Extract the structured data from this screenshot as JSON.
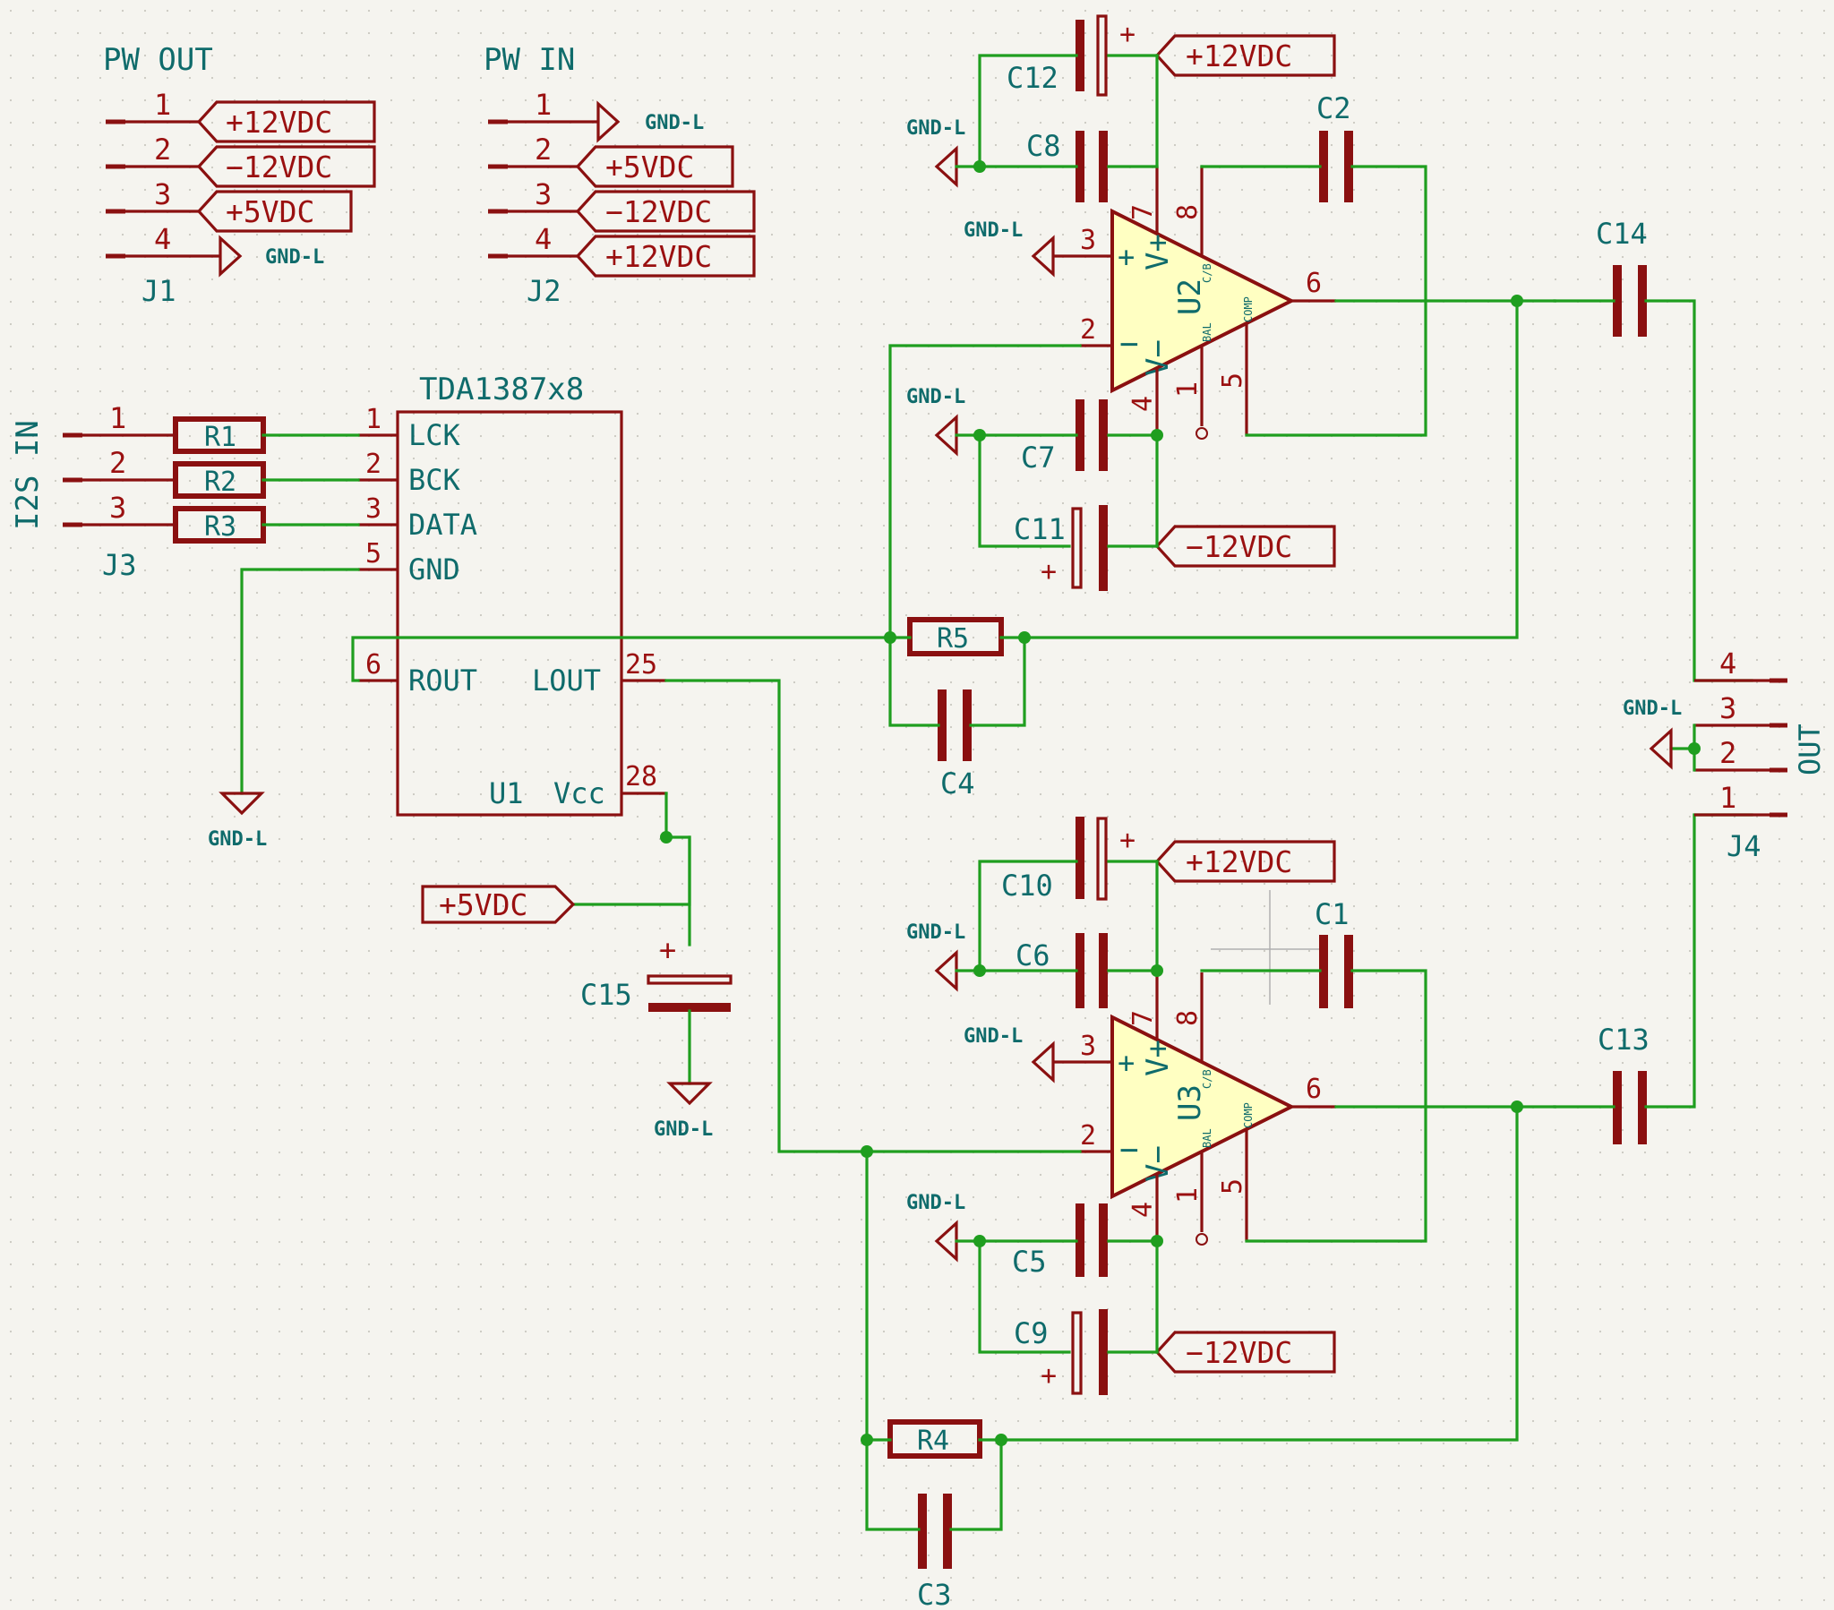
{
  "power_connectors": {
    "j1": {
      "title": "PW OUT",
      "ref": "J1",
      "pins": [
        "1",
        "2",
        "3",
        "4"
      ],
      "nets": [
        "+12VDC",
        "−12VDC",
        "+5VDC",
        "GND-L"
      ]
    },
    "j2": {
      "title": "PW IN",
      "ref": "J2",
      "pins": [
        "1",
        "2",
        "3",
        "4"
      ],
      "nets": [
        "GND-L",
        "+5VDC",
        "−12VDC",
        "+12VDC"
      ]
    }
  },
  "j3": {
    "title": "I2S IN",
    "ref": "J3",
    "pins": [
      "1",
      "2",
      "3"
    ],
    "resistors": [
      "R1",
      "R2",
      "R3"
    ]
  },
  "u1": {
    "part": "TDA1387x8",
    "ref": "U1",
    "vcc": "Vcc",
    "pins": [
      {
        "num": "1",
        "name": "LCK"
      },
      {
        "num": "2",
        "name": "BCK"
      },
      {
        "num": "3",
        "name": "DATA"
      },
      {
        "num": "5",
        "name": "GND"
      },
      {
        "num": "6",
        "name": "ROUT"
      },
      {
        "num": "25",
        "name": "LOUT"
      },
      {
        "num": "28",
        "name": "Vcc"
      }
    ]
  },
  "opamp_top": {
    "ref": "U2",
    "plus": "+",
    "minus": "−",
    "vplus": "V+",
    "vminus": "V−",
    "cb": "C/B",
    "bal": "BAL",
    "comp": "COMP",
    "pins": {
      "p3": "3",
      "p2": "2",
      "p6": "6",
      "p7": "7",
      "p8": "8",
      "p4": "4",
      "p1": "1",
      "p5": "5"
    }
  },
  "opamp_bottom": {
    "ref": "U3",
    "plus": "+",
    "minus": "−",
    "vplus": "V+",
    "vminus": "V−",
    "cb": "C/B",
    "bal": "BAL",
    "comp": "COMP",
    "pins": {
      "p3": "3",
      "p2": "2",
      "p6": "6",
      "p7": "7",
      "p8": "8",
      "p4": "4",
      "p1": "1",
      "p5": "5"
    }
  },
  "caps": {
    "c1": "C1",
    "c2": "C2",
    "c3": "C3",
    "c4": "C4",
    "c5": "C5",
    "c6": "C6",
    "c7": "C7",
    "c8": "C8",
    "c9": "C9",
    "c10": "C10",
    "c11": "C11",
    "c12": "C12",
    "c13": "C13",
    "c14": "C14",
    "c15": "C15"
  },
  "resistors": {
    "r4": "R4",
    "r5": "R5"
  },
  "polarity_plus": "+",
  "nets": {
    "gnd": "GND-L",
    "p12": "+12VDC",
    "m12": "−12VDC",
    "p5": "+5VDC"
  },
  "j4": {
    "title": "OUT",
    "ref": "J4",
    "pins": [
      "4",
      "3",
      "2",
      "1"
    ]
  },
  "colors": {
    "wire": "#1f9e1f",
    "body": "#8a1010",
    "label": "#0f6b6b",
    "opamp_fill": "#ffffc2"
  }
}
